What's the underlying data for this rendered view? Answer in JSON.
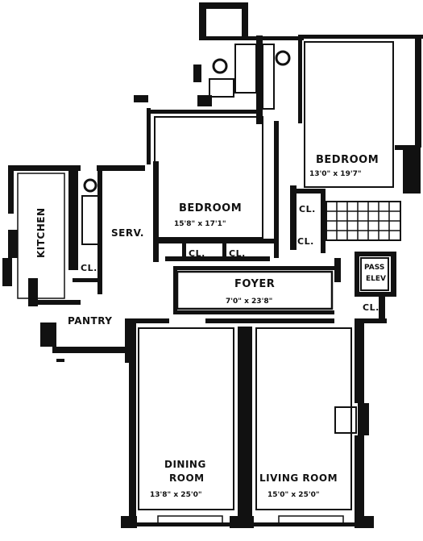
{
  "rooms": {
    "bedroom_upper": {
      "name": "BEDROOM",
      "dims": "13'0\" x 19'7\""
    },
    "bedroom_center": {
      "name": "BEDROOM",
      "dims": "15'8\" x 17'1\""
    },
    "kitchen": {
      "name": "KITCHEN"
    },
    "serv": {
      "name": "SERV."
    },
    "pantry": {
      "name": "PANTRY"
    },
    "foyer": {
      "name": "FOYER",
      "dims": "7'0\" x 23'8\""
    },
    "dining": {
      "name_line1": "DINING",
      "name_line2": "ROOM",
      "dims": "13'8\" x 25'0\""
    },
    "living": {
      "name": "LIVING ROOM",
      "dims": "15'0\" x 25'0\""
    }
  },
  "closets": {
    "cl_kitchen": "CL.",
    "cl_bed_1": "CL.",
    "cl_bed_2": "CL.",
    "cl_right_upper": "CL.",
    "cl_right_lower": "CL.",
    "cl_foyer_right": "CL."
  },
  "elevator": {
    "line1": "PASS",
    "line2": "ELEV"
  }
}
